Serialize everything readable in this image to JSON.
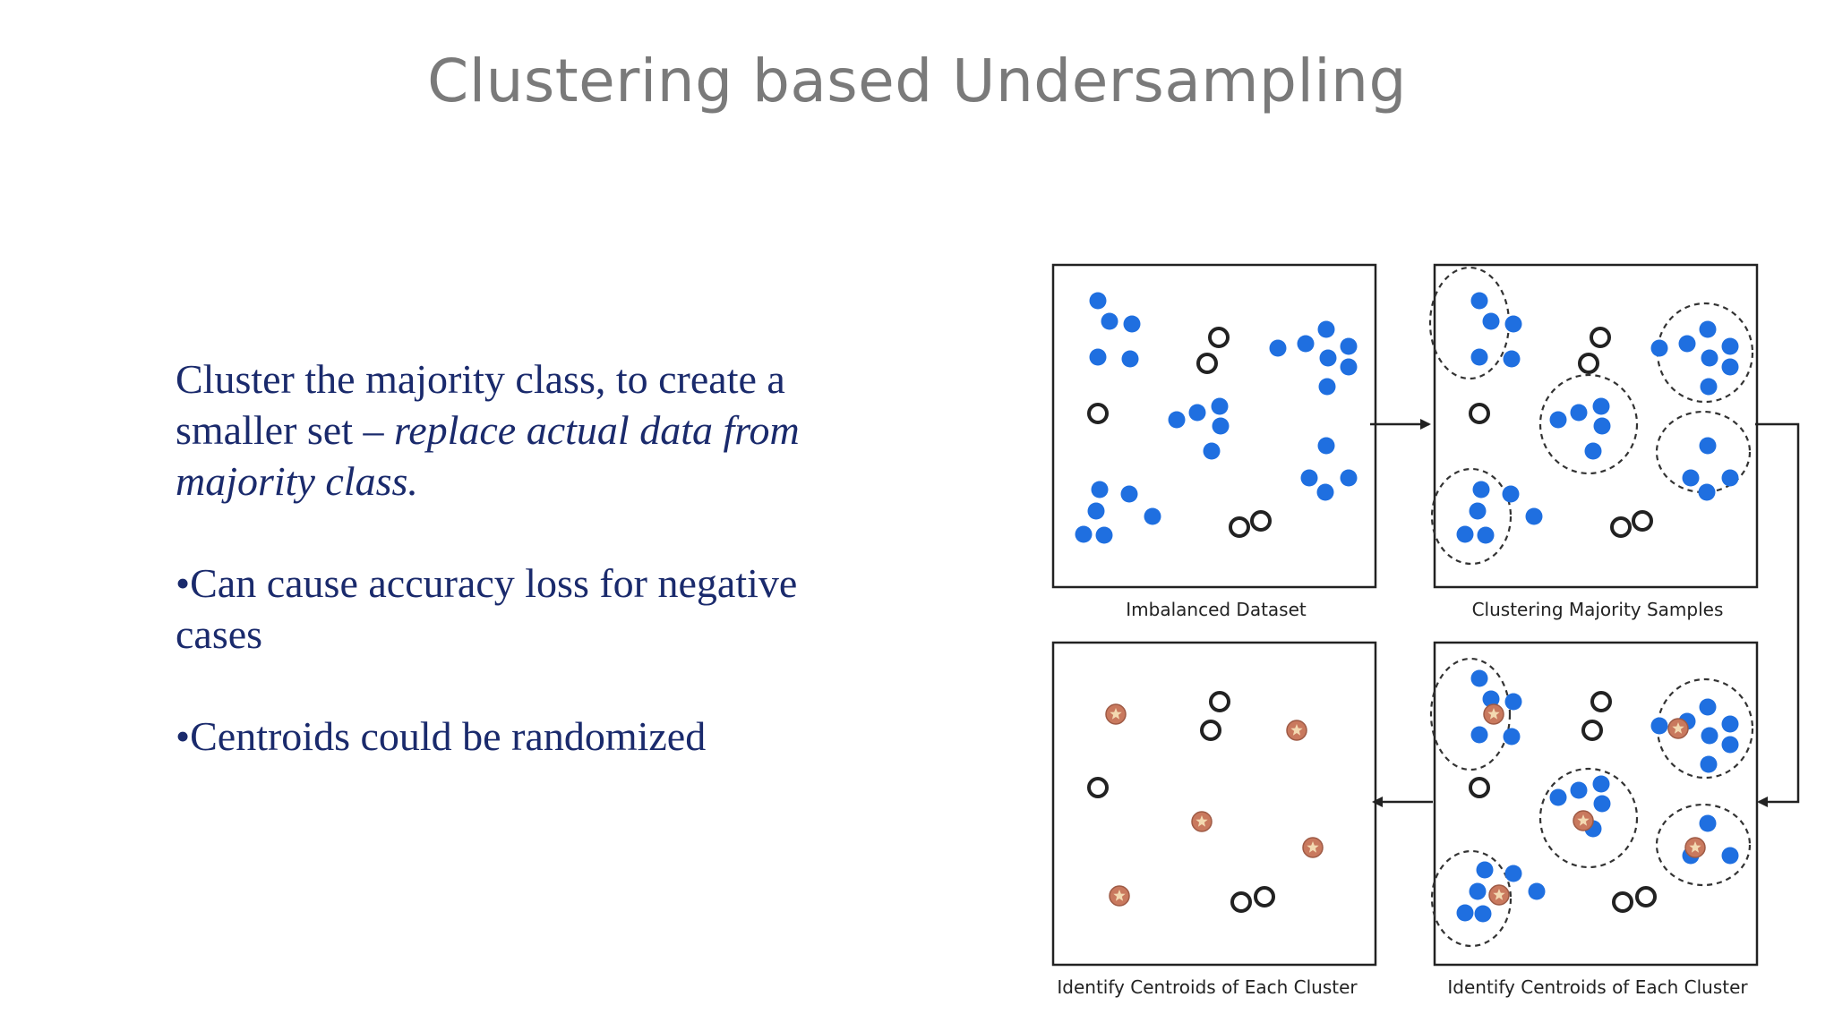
{
  "slide": {
    "title": "Clustering based Undersampling"
  },
  "text": {
    "para1_normal": "Cluster the majority class, to create a smaller set – ",
    "para1_italic": "replace actual data from majority class.",
    "bullet1": "•Can cause accuracy loss for negative cases",
    "bullet2": "•Centroids could be randomized"
  },
  "diagram": {
    "panels": [
      {
        "caption": "Imbalanced Dataset"
      },
      {
        "caption": "Clustering Majority Samples"
      },
      {
        "caption": "Identify Centroids of Each Cluster"
      },
      {
        "caption": "Identify Centroids of Each Cluster"
      }
    ],
    "colors": {
      "majority": "#1f6fe0",
      "minority_stroke": "#222222",
      "centroid_fill": "#c9795e",
      "centroid_star": "#f3d9b1"
    }
  }
}
